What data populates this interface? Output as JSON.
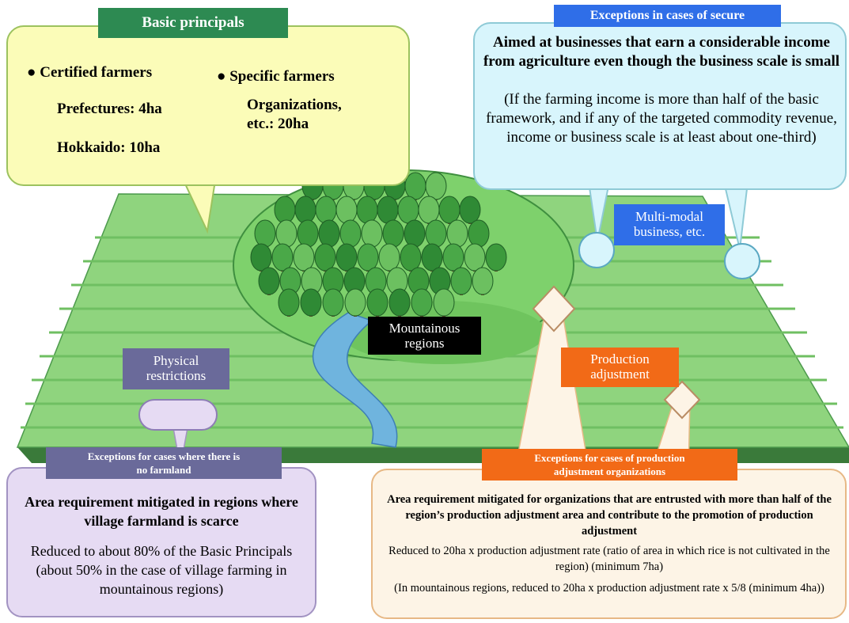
{
  "basic_principals": {
    "title": "Basic principals",
    "certified_heading": "● Certified farmers",
    "certified_prefectures": "Prefectures: 4ha",
    "certified_hokkaido": "Hokkaido: 10ha",
    "specific_heading": "● Specific farmers",
    "specific_org_line1": "Organizations,",
    "specific_org_line2": "etc.: 20ha"
  },
  "secure_exceptions": {
    "title": "Exceptions in cases of secure",
    "heading": "Aimed at businesses that earn a considerable income from agriculture even though the business scale is small",
    "detail": "(If the farming income is more than half of the basic framework, and if any of the targeted commodity revenue, income or business scale is at least about one-third)"
  },
  "labels": {
    "multi_modal_line1": "Multi-modal",
    "multi_modal_line2": "business, etc.",
    "mountainous_line1": "Mountainous",
    "mountainous_line2": "regions",
    "physical_line1": "Physical",
    "physical_line2": "restrictions",
    "production_line1": "Production",
    "production_line2": "adjustment"
  },
  "no_farmland_exceptions": {
    "title_line1": "Exceptions for cases where there is",
    "title_line2": "no farmland",
    "heading": "Area requirement mitigated in regions where village farmland is scarce",
    "detail": "Reduced to about 80% of the Basic Principals (about 50% in the case of village farming in mountainous regions)"
  },
  "production_org_exceptions": {
    "title_line1": "Exceptions for cases of production",
    "title_line2": "adjustment organizations",
    "heading": "Area requirement mitigated for organizations that are entrusted with more than half of the region’s production adjustment area and contribute to the promotion of production adjustment",
    "detail_1": "Reduced to 20ha x production adjustment rate (ratio of area in which rice is not cultivated in the region) (minimum 7ha)",
    "detail_2": "(In mountainous regions, reduced to 20ha x production adjustment rate x 5/8 (minimum 4ha))"
  },
  "colors": {
    "basic_title": "#2d8a52",
    "secure_title": "#2f6ee8",
    "no_farmland_title": "#6a6a9a",
    "production_title": "#f26a17",
    "mountain_label": "#000000"
  }
}
